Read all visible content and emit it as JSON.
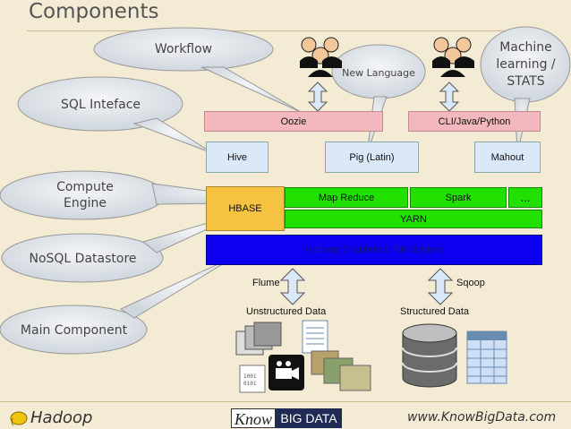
{
  "title": "Components",
  "callouts": {
    "workflow": "Workflow",
    "sql": "SQL Inteface",
    "compute_l1": "Compute",
    "compute_l2": "Engine",
    "nosql": "NoSQL Datastore",
    "main": "Main Component",
    "newlang": "New Language",
    "ml_l1": "Machine",
    "ml_l2": "learning /",
    "ml_l3": "STATS"
  },
  "boxes": {
    "oozie": "Oozie",
    "cli": "CLI/Java/Python",
    "hive": "Hive",
    "pig": "Pig (Latin)",
    "mahout": "Mahout",
    "hbase": "HBASE",
    "mapreduce": "Map Reduce",
    "spark": "Spark",
    "more": "...",
    "yarn": "YARN",
    "hdfs": "Hadoop Distributed File System",
    "flume": "Flume",
    "sqoop": "Sqoop",
    "unstructured": "Unstructured Data",
    "structured": "Structured Data"
  },
  "footer": {
    "left": "Hadoop",
    "brand_know": "Know",
    "brand_big": "BIG DATA",
    "url": "www.KnowBigData.com"
  },
  "colors": {
    "oozie": "#f2b8bd",
    "hive": "#dbe8f7",
    "hbase": "#f5c242",
    "green": "#22e000",
    "hdfs": "#0d00f0",
    "background": "#f3ebd4"
  }
}
